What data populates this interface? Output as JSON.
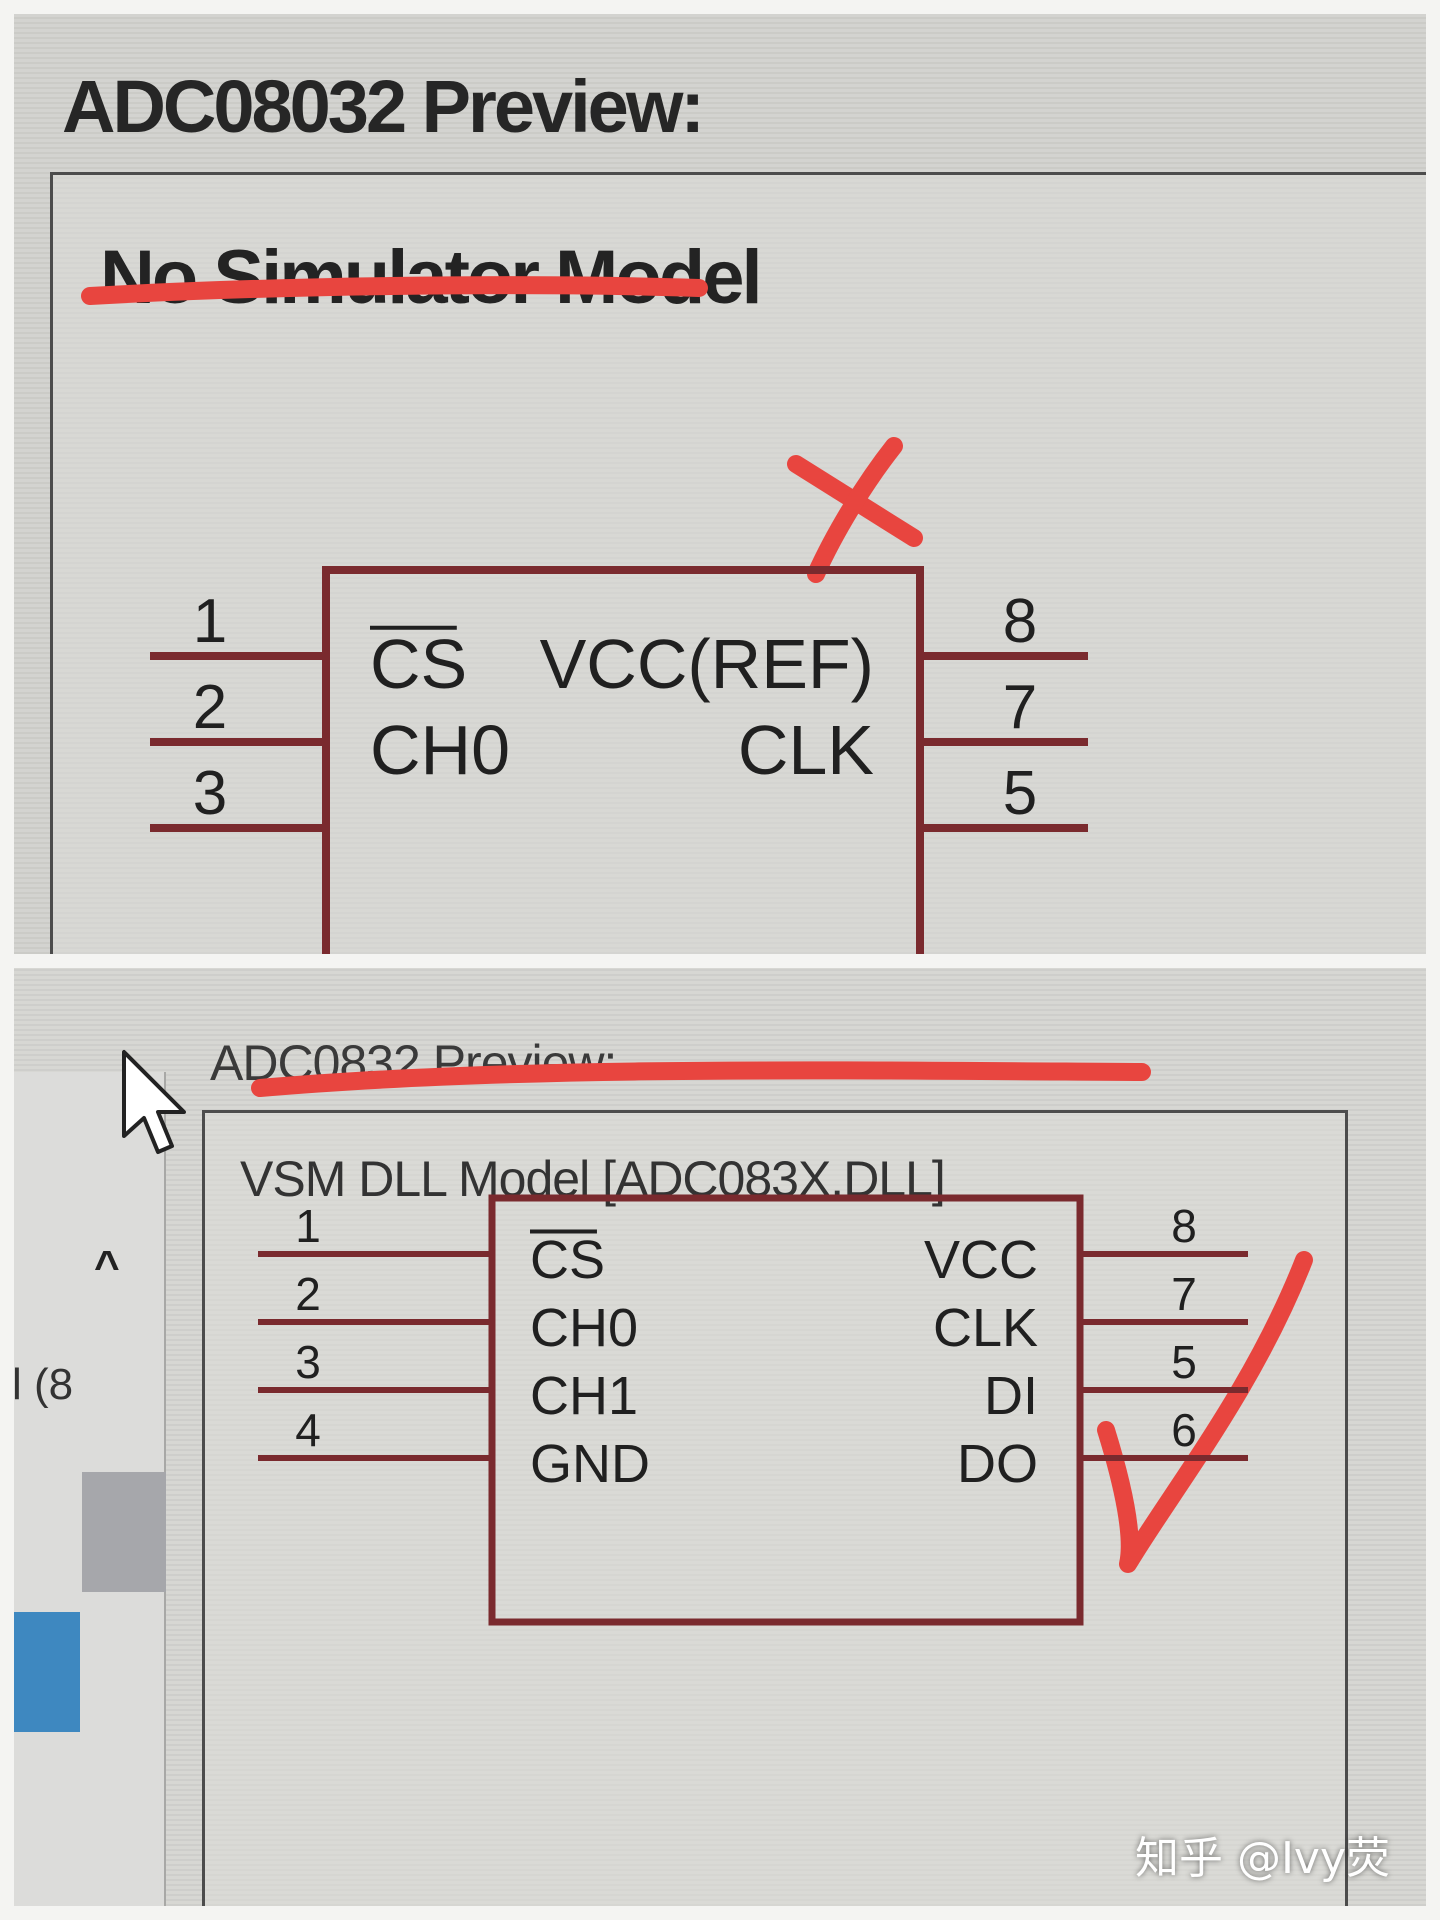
{
  "top_preview": {
    "label": "ADC08032 Preview:",
    "model_text": "No Simulator Model",
    "annotation": "cross-mark",
    "chip": {
      "left_pins": [
        {
          "num": "1",
          "name": "CS",
          "overline": true
        },
        {
          "num": "2",
          "name": "CH0",
          "overline": false
        },
        {
          "num": "3",
          "name": "",
          "overline": false
        }
      ],
      "right_pins": [
        {
          "num": "8",
          "name": "VCC(REF)"
        },
        {
          "num": "7",
          "name": "CLK"
        },
        {
          "num": "5",
          "name": ""
        }
      ]
    }
  },
  "bottom_preview": {
    "label": "ADC0832 Preview:",
    "model_text": "VSM DLL Model [ADC083X.DLL]",
    "annotation": "check-mark",
    "side_panel_text": "l (8",
    "chip": {
      "left_pins": [
        {
          "num": "1",
          "name": "CS",
          "overline": true
        },
        {
          "num": "2",
          "name": "CH0",
          "overline": false
        },
        {
          "num": "3",
          "name": "CH1",
          "overline": false
        },
        {
          "num": "4",
          "name": "GND",
          "overline": false
        }
      ],
      "right_pins": [
        {
          "num": "8",
          "name": "VCC"
        },
        {
          "num": "7",
          "name": "CLK"
        },
        {
          "num": "5",
          "name": "DI"
        },
        {
          "num": "6",
          "name": "DO"
        }
      ]
    }
  },
  "watermark": "知乎 @Ivy荧",
  "colors": {
    "pin_color": "#7a2a2e",
    "annotation_red": "#e8453f",
    "text_dark": "#222222"
  }
}
